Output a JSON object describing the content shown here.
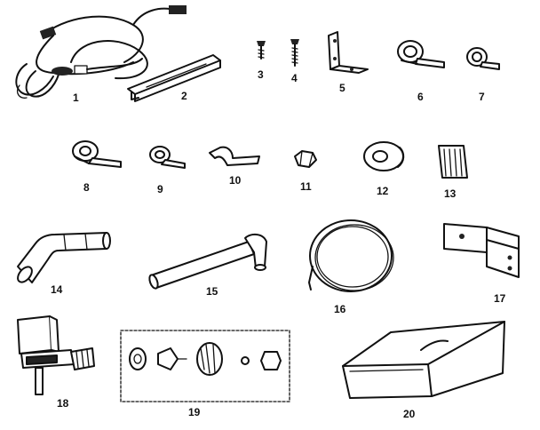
{
  "diagram": {
    "parts": [
      {
        "number": "1"
      },
      {
        "number": "2"
      },
      {
        "number": "3"
      },
      {
        "number": "4"
      },
      {
        "number": "5"
      },
      {
        "number": "6"
      },
      {
        "number": "7"
      },
      {
        "number": "8"
      },
      {
        "number": "9"
      },
      {
        "number": "10"
      },
      {
        "number": "11"
      },
      {
        "number": "12"
      },
      {
        "number": "13"
      },
      {
        "number": "14"
      },
      {
        "number": "15"
      },
      {
        "number": "16"
      },
      {
        "number": "17"
      },
      {
        "number": "18"
      },
      {
        "number": "19"
      },
      {
        "number": "20"
      }
    ]
  }
}
